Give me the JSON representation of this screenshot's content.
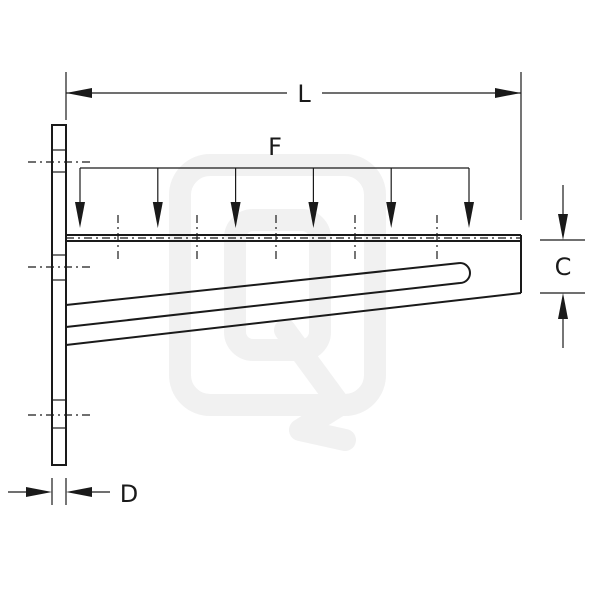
{
  "labels": {
    "length": "L",
    "load": "F",
    "height": "C",
    "thickness": "D"
  },
  "colors": {
    "line": "#1a1a1a",
    "background": "#ffffff",
    "watermark": "#f1f1f1"
  },
  "icons": {
    "watermark": "logo-watermark-icon"
  },
  "load_arrow_count": 6
}
